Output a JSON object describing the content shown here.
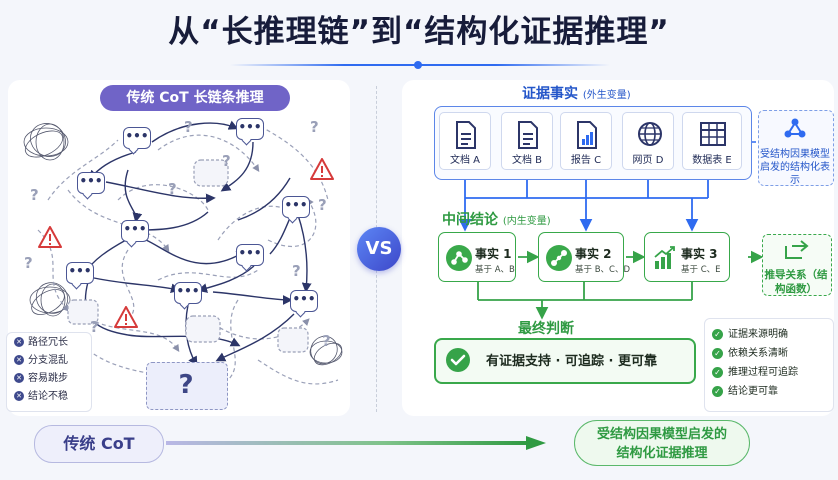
{
  "title": "从“长推理链”到“结构化证据推理”",
  "left": {
    "header": "传统 CoT 长链条推理",
    "bubble_text": "•••",
    "question_text": "?",
    "problems": [
      "路径冗长",
      "分支混乱",
      "容易跳步",
      "结论不稳"
    ]
  },
  "vs_label": "VS",
  "right": {
    "evidence": {
      "title": "证据事实",
      "subtitle": "(外生变量)",
      "docs": [
        {
          "label": "文档 A",
          "icon": "document-icon"
        },
        {
          "label": "文档 B",
          "icon": "document-icon"
        },
        {
          "label": "报告 C",
          "icon": "report-chart-icon"
        },
        {
          "label": "网页 D",
          "icon": "globe-icon"
        },
        {
          "label": "数据表 E",
          "icon": "table-icon"
        }
      ],
      "structured_note": "受结构因果模型启发的结构化表示"
    },
    "intermediate": {
      "title": "中间结论",
      "subtitle": "(内生变量)",
      "facts": [
        {
          "title": "事实 1",
          "basis": "基于 A、B",
          "icon": "node-graph-icon"
        },
        {
          "title": "事实 2",
          "basis": "基于 B、C、D",
          "icon": "node-link-icon"
        },
        {
          "title": "事实 3",
          "basis": "基于 C、E",
          "icon": "growth-chart-icon"
        }
      ],
      "derive_note": "推导关系（结构函数）"
    },
    "final": {
      "title": "最终判断",
      "text": "有证据支持 · 可追踪 · 更可靠"
    },
    "benefits": [
      "证据来源明确",
      "依赖关系清晰",
      "推理过程可追踪",
      "结论更可靠"
    ]
  },
  "bottom": {
    "left_label": "传统 CoT",
    "right_label_line1": "受结构因果模型启发的",
    "right_label_line2": "结构化证据推理"
  },
  "colors": {
    "left_accent": "#7064c7",
    "blue_accent": "#2f6bf0",
    "green_accent": "#36a349",
    "title_color": "#171c3a"
  }
}
